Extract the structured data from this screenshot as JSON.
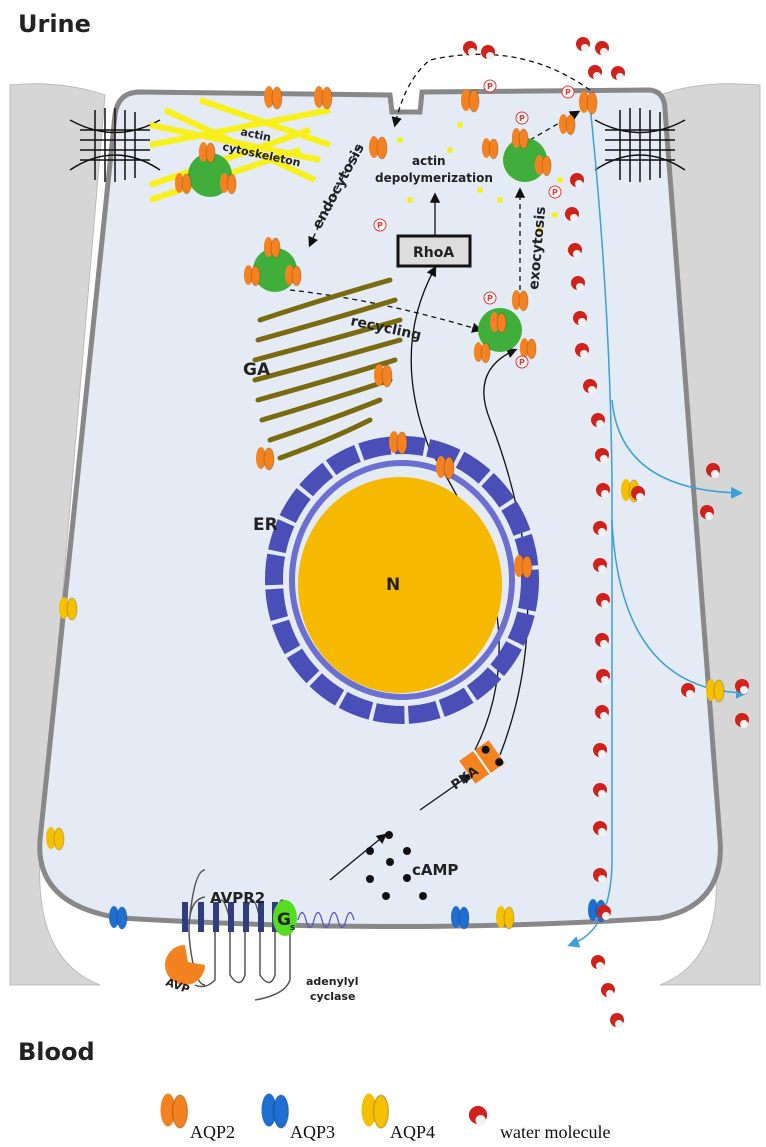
{
  "regions": {
    "top": "Urine",
    "bottom": "Blood"
  },
  "labels": {
    "actin_line1": "actin",
    "actin_line2": "cytoskeleton",
    "endocytosis": "endocytosis",
    "depol_line1": "actin",
    "depol_line2": "depolymerization",
    "exocytosis": "exocytosis",
    "rhoa": "RhoA",
    "recycling": "recycling",
    "golgi": "GA",
    "er": "ER",
    "nucleus": "N",
    "pka": "PKA",
    "camp": "cAMP",
    "avpr2": "AVPR2",
    "gs_main": "G",
    "gs_sub": "s",
    "avp": "AVP",
    "ac_line1": "adenylyl",
    "ac_line2": "cyclase",
    "phospho": "P"
  },
  "legend": [
    {
      "label": "AQP2",
      "color": "#f58220"
    },
    {
      "label": "AQP3",
      "color": "#1f6fd1"
    },
    {
      "label": "AQP4",
      "color": "#f5c000"
    },
    {
      "label": "water molecule",
      "color": "#d0211b"
    }
  ],
  "colors": {
    "cell_fill": "#e4ebf5",
    "neighbor_cell": "#d6d6d6",
    "vesicle": "#3fae3a",
    "actin": "#f7f01a",
    "nucleus": "#f7b800",
    "er": "#4a4fb8",
    "golgi": "#7a6b10",
    "gs": "#55dd22",
    "flow_arrow": "#3aa0d8"
  }
}
